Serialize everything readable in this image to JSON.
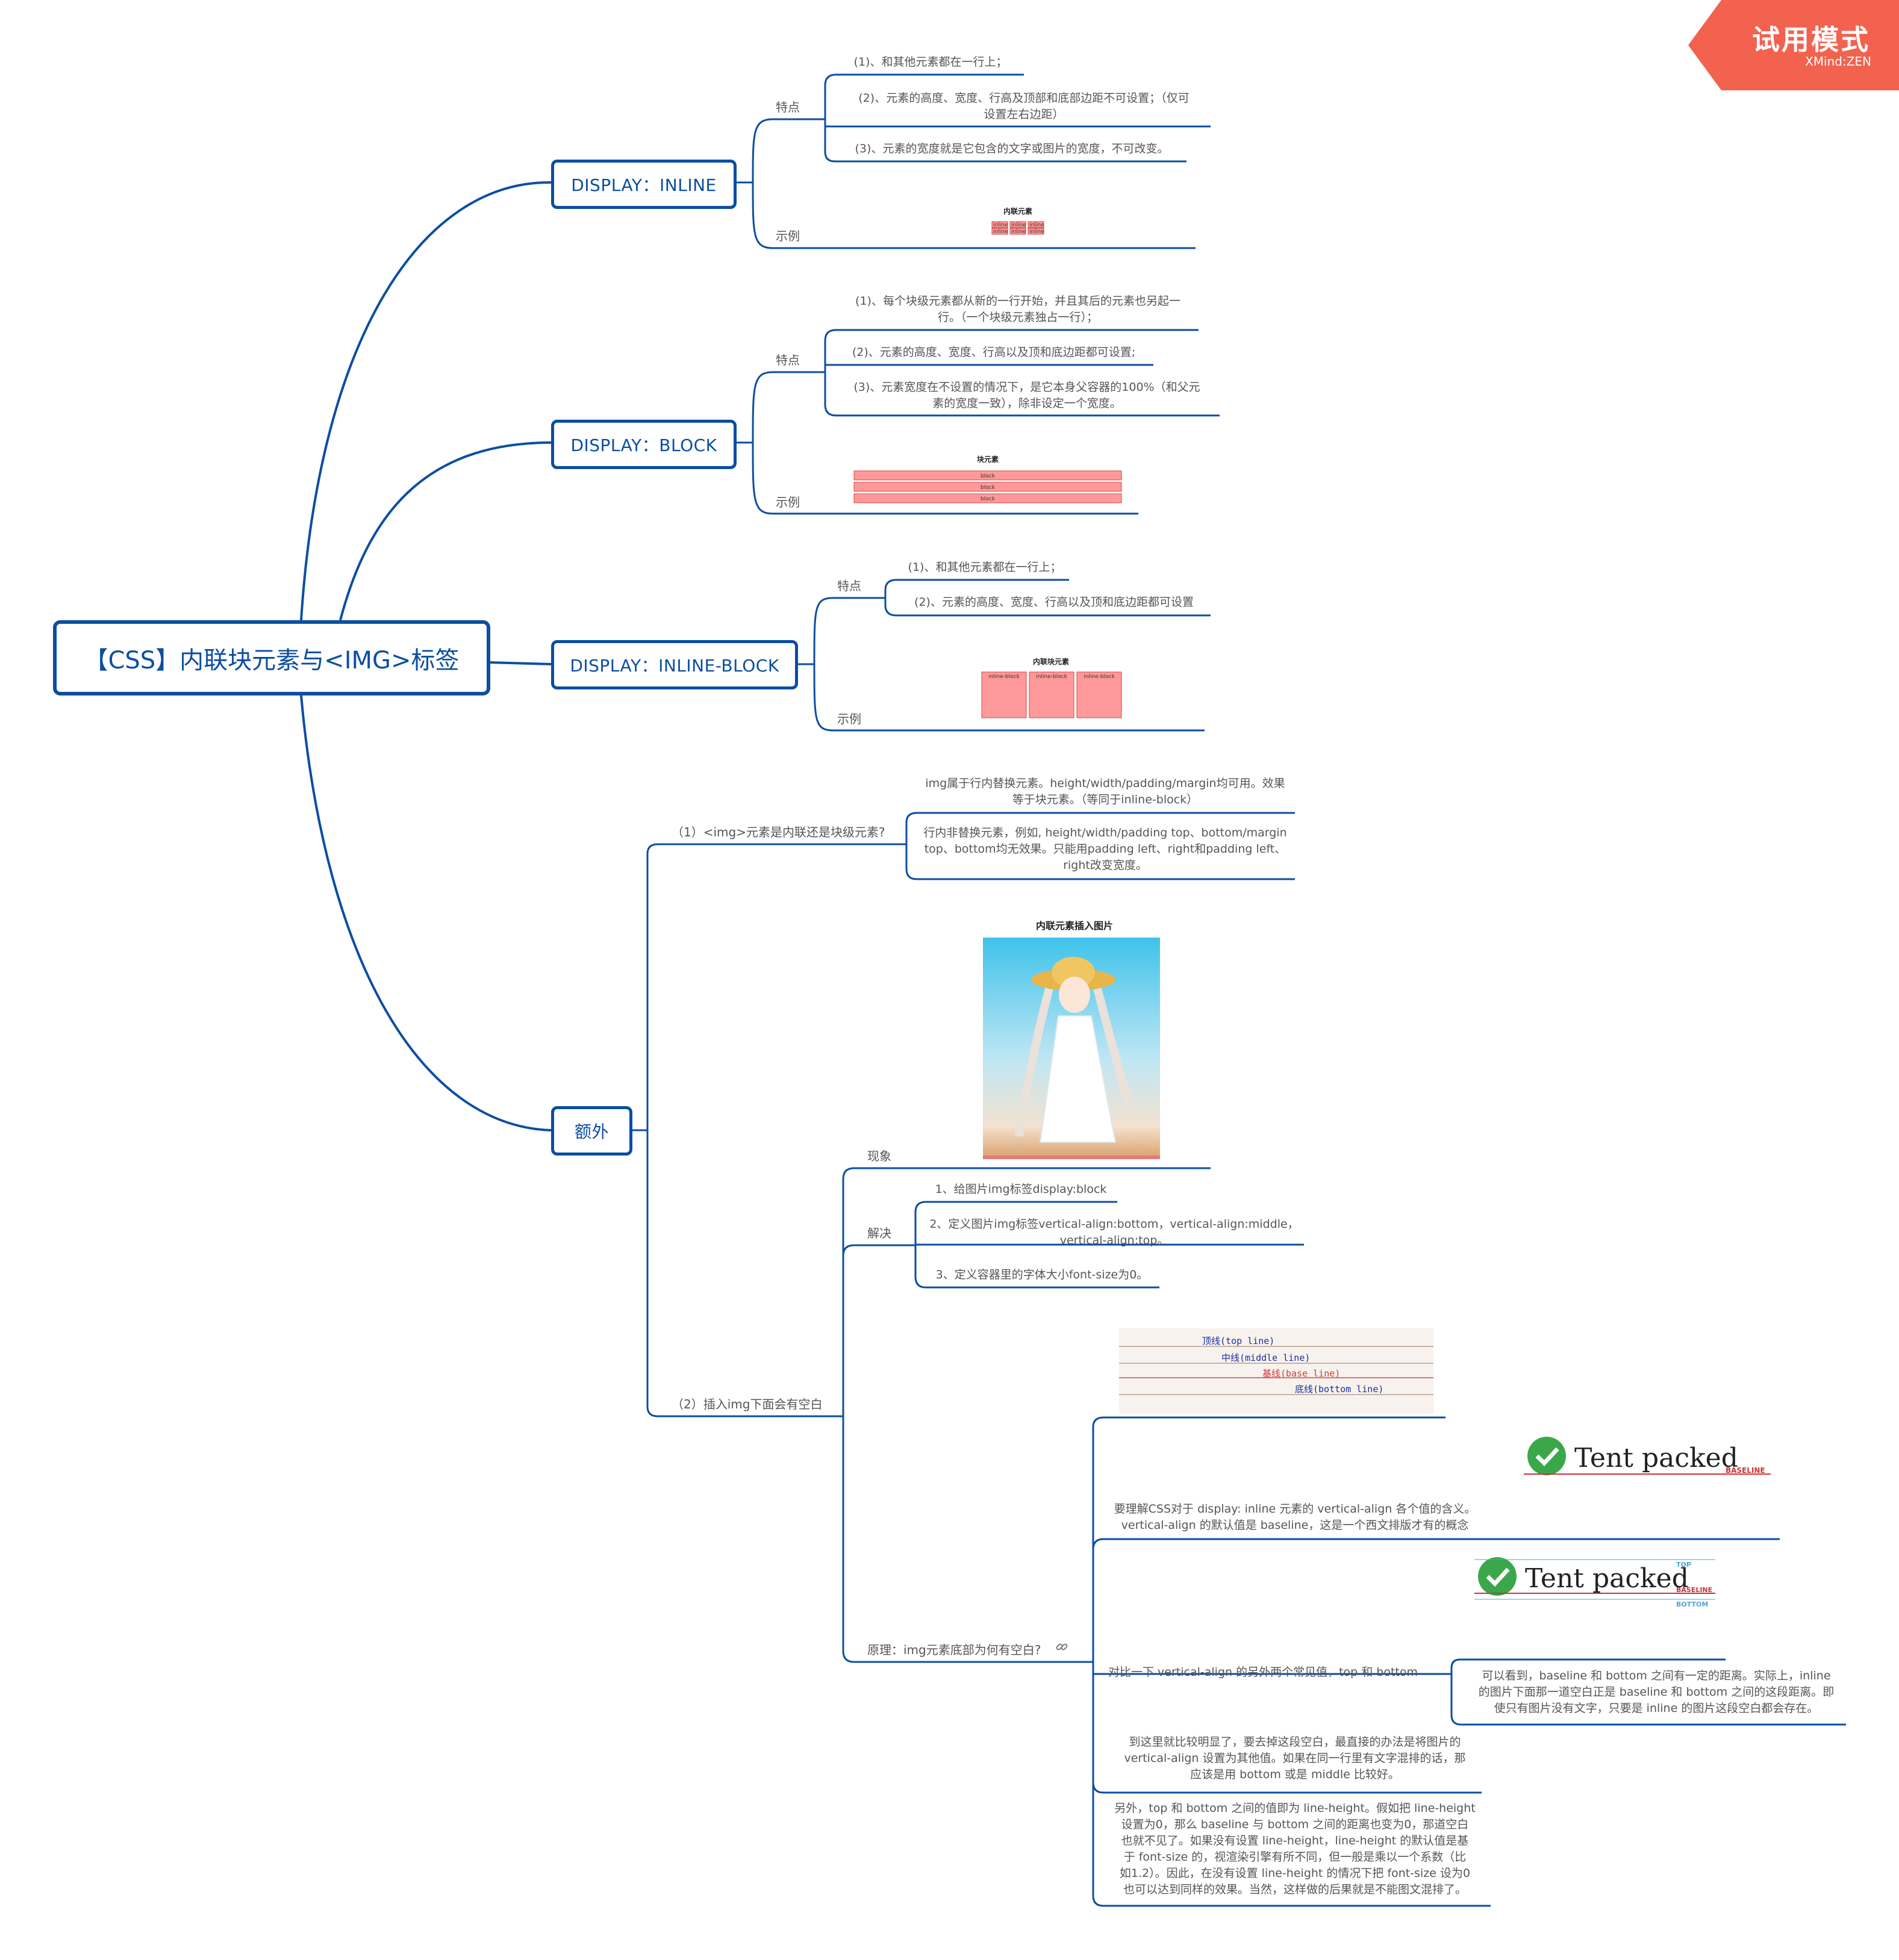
{
  "badge": {
    "title": "试用模式",
    "brand": "XMind:ZEN"
  },
  "root": {
    "label": "【CSS】内联块元素与<IMG>标签"
  },
  "inline": {
    "label": "DISPLAY：INLINE",
    "features_label": "特点",
    "features": [
      "(1)、和其他元素都在一行上；",
      "(2)、元素的高度、宽度、行高及顶部和底部边距不可设置；（仅可\n设置左右边距）",
      "(3)、元素的宽度就是它包含的文字或图片的宽度，不可改变。"
    ],
    "example_label": "示例",
    "demo_title": "内联元素",
    "demo_cells": [
      "inline",
      "inline",
      "inline",
      "inline",
      "inline",
      "inline"
    ]
  },
  "block": {
    "label": "DISPLAY：BLOCK",
    "features_label": "特点",
    "features": [
      "(1)、每个块级元素都从新的一行开始，并且其后的元素也另起一\n行。（一个块级元素独占一行）；",
      "(2)、元素的高度、宽度、行高以及顶和底边距都可设置;",
      "(3)、元素宽度在不设置的情况下，是它本身父容器的100%（和父元\n素的宽度一致），除非设定一个宽度。"
    ],
    "example_label": "示例",
    "demo_title": "块元素",
    "demo_cells": [
      "block",
      "block",
      "block"
    ]
  },
  "inline_block": {
    "label": "DISPLAY：INLINE-BLOCK",
    "features_label": "特点",
    "features": [
      "(1)、和其他元素都在一行上；",
      "(2)、元素的高度、宽度、行高以及顶和底边距都可设置"
    ],
    "example_label": "示例",
    "demo_title": "内联块元素",
    "demo_cells": [
      "inline-block",
      "inline-block",
      "inline-block"
    ]
  },
  "extra": {
    "label": "额外",
    "q1": {
      "label": "（1）<img>元素是内联还是块级元素?",
      "answers": [
        "img属于行内替换元素。height/width/padding/margin均可用。效果\n等于块元素。（等同于inline-block）",
        "行内非替换元素，例如, height/width/padding top、bottom/margin\ntop、bottom均无效果。只能用padding left、right和padding left、\nright改变宽度。"
      ]
    },
    "q2": {
      "label": "（2）插入img下面会有空白",
      "phenomenon_label": "现象",
      "phenomenon_image_title": "内联元素插入图片",
      "solution_label": "解决",
      "solutions": [
        "1、给图片img标签display:block",
        "2、定义图片img标签vertical-align:bottom，vertical-align:middle，\nvertical-align:top。",
        "3、定义容器里的字体大小font-size为0。"
      ],
      "principle_label": "原理：img元素底部为何有空白?",
      "lines_demo": [
        "顶线(top line)",
        "中线(middle line)",
        "基线(base line)",
        "底线(bottom line)"
      ],
      "tent_text": "Tent packed",
      "tent_baseline": "BASELINE",
      "tent_labels": [
        "TOP",
        "BASELINE",
        "BOTTOM"
      ],
      "principles": [
        "要理解CSS对于 display: inline 元素的 vertical-align 各个值的含义。\nvertical-align 的默认值是 baseline，这是一个西文排版才有的概念",
        "对比一下 vertical-align 的另外两个常见值，top 和 bottom",
        "到这里就比较明显了，要去掉这段空白，最直接的办法是将图片的\nvertical-align 设置为其他值。如果在同一行里有文字混排的话，那\n应该是用 bottom 或是 middle 比较好。",
        "另外，top 和 bottom 之间的值即为 line-height。假如把 line-height\n设置为0，那么 baseline 与 bottom 之间的距离也变为0，那道空白\n也就不见了。如果没有设置 line-height，line-height 的默认值是基\n于 font-size 的，视渲染引擎有所不同，但一般是乘以一个系数（比\n如1.2）。因此，在没有设置 line-height 的情况下把 font-size 设为0\n也可以达到同样的效果。当然，这样做的后果就是不能图文混排了。"
      ],
      "principle_sub": "可以看到，baseline 和 bottom 之间有一定的距离。实际上，inline\n的图片下面那一道空白正是 baseline 和 bottom 之间的这段距离。即\n使只有图片没有文字，只要是 inline 的图片这段空白都会存在。"
    }
  },
  "colors": {
    "line": "#0b4ea2",
    "badge": "#f2624f",
    "demo_fill": "#f99",
    "demo_stroke": "#d44"
  }
}
